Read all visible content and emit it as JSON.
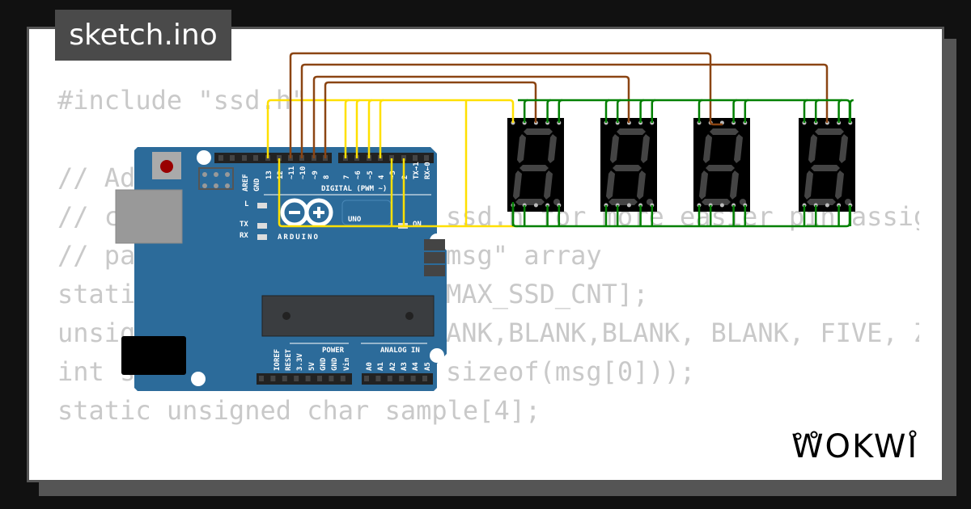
{
  "title": "sketch.ino",
  "code_lines": [
    {
      "left": "#include \"ssd.h\"",
      "right": ""
    },
    {
      "left": "",
      "right": ""
    },
    {
      "left": "// Ad",
      "right": ""
    },
    {
      "left": "// c",
      "right": "ssd.h for more easier pin assig"
    },
    {
      "left": "// pa",
      "right": "msg\" array"
    },
    {
      "left": "stati",
      "right": "MAX_SSD_CNT];"
    },
    {
      "left": "unsig",
      "right": "ANK,BLANK,BLANK, BLANK, FIVE, Z"
    },
    {
      "left": "int s",
      "right": "sizeof(msg[0]));"
    },
    {
      "left": "static unsigned char sample[4];",
      "right": ""
    }
  ],
  "board": {
    "digital_pins": [
      "AREF",
      "GND",
      "13",
      "12",
      "~11",
      "~10",
      "~9",
      "8",
      "7",
      "~6",
      "~5",
      "4",
      "~3",
      "2",
      "TX→1",
      "RX←0"
    ],
    "digital_label": "DIGITAL (PWM ~)",
    "model": "UNO",
    "brand": "ARDUINO",
    "led_l": "L",
    "led_tx": "TX",
    "led_rx": "RX",
    "led_on": "ON",
    "power_pins": [
      "IOREF",
      "RESET",
      "3.3V",
      "5V",
      "GND",
      "GND",
      "Vin"
    ],
    "power_label": "POWER",
    "analog_pins": [
      "A0",
      "A1",
      "A2",
      "A3",
      "A4",
      "A5"
    ],
    "analog_label": "ANALOG IN"
  },
  "displays": 4,
  "colors": {
    "board": "#2c6b9a",
    "wire_yellow": "#ffe000",
    "wire_brown": "#8b4513",
    "wire_green": "#008000"
  },
  "logo": "WOKWI"
}
